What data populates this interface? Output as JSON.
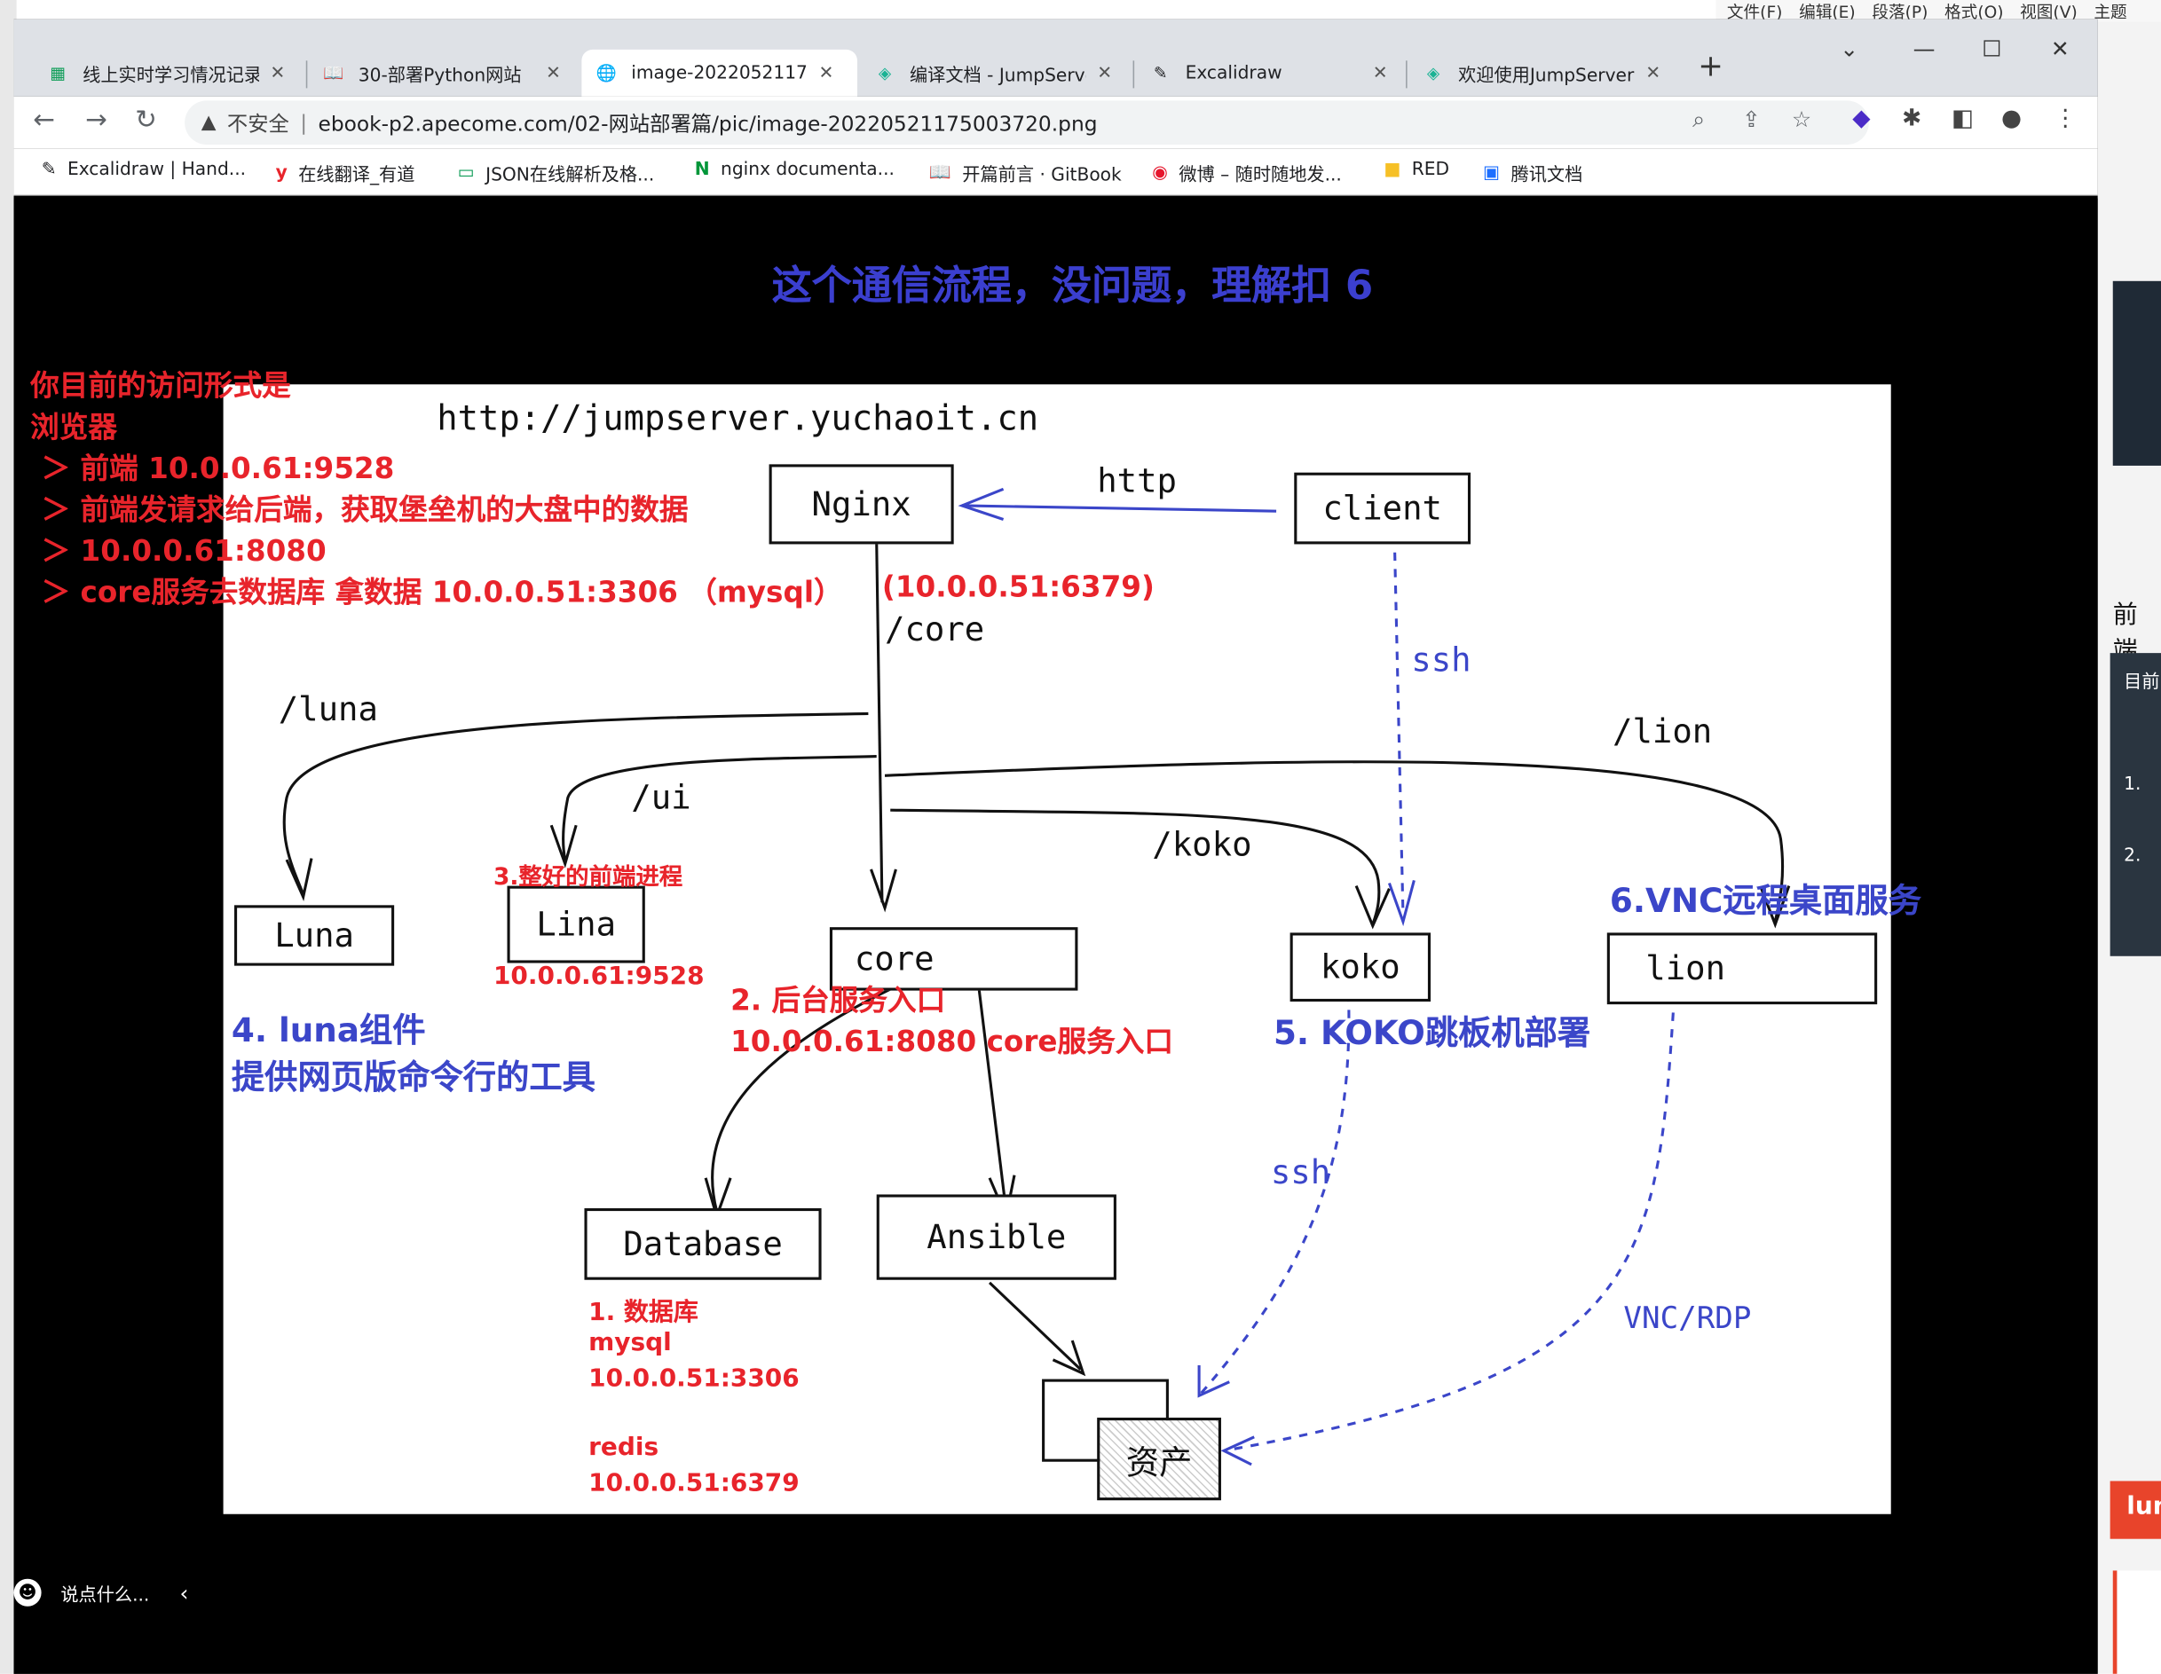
{
  "outer_menu": [
    "文件(F)",
    "编辑(E)",
    "段落(P)",
    "格式(O)",
    "视图(V)",
    "主题"
  ],
  "tabs": [
    {
      "label": "线上实时学习情况记录",
      "icon": "sheets-icon",
      "active": false
    },
    {
      "label": "30-部署Python网站",
      "icon": "book-icon",
      "active": false
    },
    {
      "label": "image-2022052117",
      "icon": "globe-icon",
      "active": true
    },
    {
      "label": "编译文档 - JumpServer",
      "icon": "jumpserver-icon",
      "active": false
    },
    {
      "label": "Excalidraw",
      "icon": "excalidraw-icon",
      "active": false
    },
    {
      "label": "欢迎使用JumpServer",
      "icon": "jumpserver-icon",
      "active": false
    }
  ],
  "address": {
    "warning": "不安全",
    "url": "ebook-p2.apecome.com/02-网站部署篇/pic/image-20220521175003720.png"
  },
  "bookmarks": [
    {
      "label": "Excalidraw | Hand...",
      "icon": "excalidraw-icon"
    },
    {
      "label": "在线翻译_有道",
      "icon": "youdao-icon"
    },
    {
      "label": "JSON在线解析及格...",
      "icon": "json-icon"
    },
    {
      "label": "nginx documenta...",
      "icon": "nginx-icon"
    },
    {
      "label": "开篇前言 · GitBook",
      "icon": "book-icon"
    },
    {
      "label": "微博 – 随时随地发...",
      "icon": "weibo-icon"
    },
    {
      "label": "RED",
      "icon": "folder-icon"
    },
    {
      "label": "腾讯文档",
      "icon": "tencent-docs-icon"
    }
  ],
  "heading": "这个通信流程，没问题，理解扣 6",
  "notes": {
    "access_title1": "你目前的访问形式是",
    "access_title2": "浏览器",
    "line1": "＞ 前端 10.0.0.61:9528",
    "line2": "＞ 前端发请求给后端，获取堡垒机的大盘中的数据",
    "line3": "＞ 10.0.0.61:8080",
    "line4": "＞ core服务去数据库 拿数据 10.0.0.51:3306 （mysql）",
    "redis_port": "(10.0.0.51:6379)",
    "lina_note": "3.整好的前端进程",
    "lina_addr": "10.0.0.61:9528",
    "core_note": "2. 后台服务入口",
    "core_addr": "10.0.0.61:8080 core服务入口",
    "luna_note1": "4. luna组件",
    "luna_note2": "提供网页版命令行的工具",
    "koko_note": "5. KOKO跳板机部署",
    "lion_note": "6.VNC远程桌面服务",
    "db_note1": "1.  数据库",
    "db_note2": "mysql",
    "db_note3": "10.0.0.51:3306",
    "db_note4": "redis",
    "db_note5": "10.0.0.51:6379"
  },
  "diagram": {
    "url": "http://jumpserver.yuchaoit.cn",
    "nodes": {
      "nginx": "Nginx",
      "client": "client",
      "luna": "Luna",
      "lina": "Lina",
      "core": "core",
      "koko": "koko",
      "lion": "lion",
      "database": "Database",
      "ansible": "Ansible",
      "asset": "资产"
    },
    "labels": {
      "http": "http",
      "core_path": "/core",
      "luna_path": "/luna",
      "ui_path": "/ui",
      "koko_path": "/koko",
      "lion_path": "/lion",
      "ssh1": "ssh",
      "ssh2": "ssh",
      "vnc": "VNC/RDP"
    }
  },
  "chat": {
    "placeholder": "说点什么..."
  },
  "right_side": {
    "front": "前端",
    "panel_title": "目前",
    "item1": "1.",
    "item2": "2.",
    "red_label": "lun"
  }
}
